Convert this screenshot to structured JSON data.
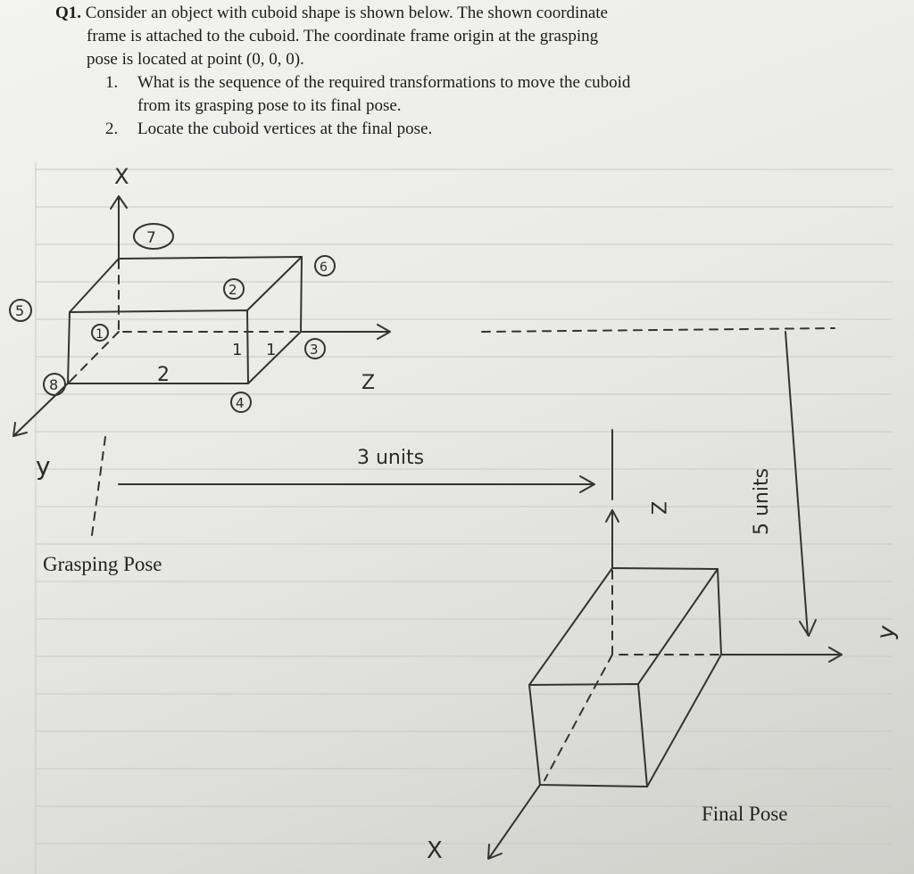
{
  "question": {
    "label": "Q1.",
    "line1": "Consider an object with cuboid shape is shown below. The shown coordinate",
    "line2": "frame is attached to the cuboid. The coordinate frame origin at the grasping",
    "line3": "pose is located at point (0, 0, 0).",
    "items": [
      {
        "number": "1.",
        "line1": "What is the sequence of the required transformations to move the cuboid",
        "line2": "from its grasping pose to its final pose."
      },
      {
        "number": "2.",
        "line1": "Locate the cuboid vertices at the final pose.",
        "line2": ""
      }
    ]
  },
  "figure": {
    "grasping_pose_label": "Grasping Pose",
    "final_pose_label": "Final Pose",
    "axes": {
      "x": "X",
      "y": "y",
      "z": "Z"
    },
    "final_axes": {
      "x": "X",
      "y": "y",
      "z": "Z"
    },
    "vertex_labels": [
      "1",
      "2",
      "3",
      "4",
      "5",
      "6",
      "7",
      "8"
    ],
    "edge_labels": {
      "length": "2",
      "height": "1",
      "depth": "1"
    },
    "translation_label": "3 units",
    "vertical_label": "5 units"
  }
}
